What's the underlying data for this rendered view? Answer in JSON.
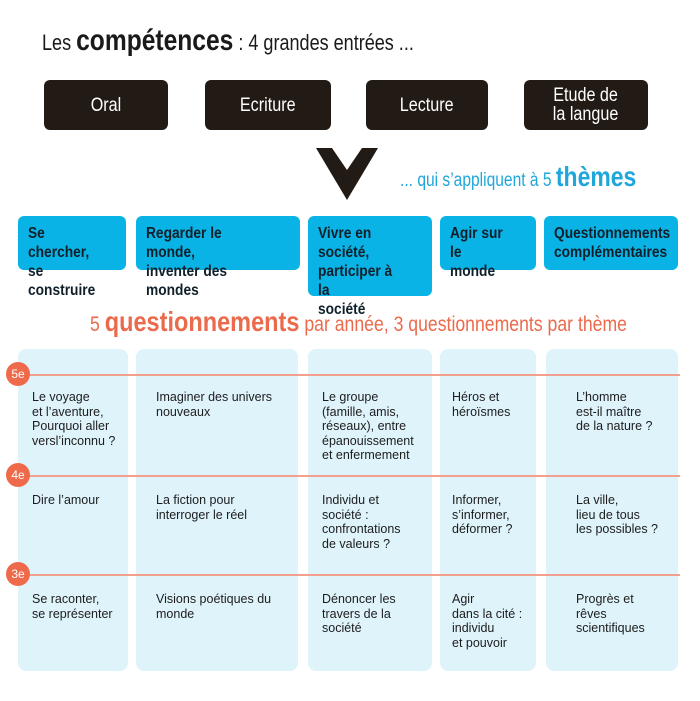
{
  "title": {
    "prefix": "Les ",
    "strong": "compétences",
    "suffix": " : 4 grandes entrées ..."
  },
  "competences": [
    "Oral",
    "Ecriture",
    "Lecture",
    "Etude de\nla langue"
  ],
  "themes_intro": {
    "prefix": "... qui s’appliquent à 5 ",
    "strong": "thèmes"
  },
  "themes": [
    "Se chercher,\nse construire",
    "Regarder le monde,\ninventer des mondes",
    "Vivre en société,\nparticiper à la\nsociété",
    "Agir sur le\nmonde",
    "Questionnements\ncomplémentaires"
  ],
  "questionnements_title": {
    "prefix": "5 ",
    "strong": "questionnements",
    "suffix": " par année, 3 questionnements par thème"
  },
  "levels": [
    "5e",
    "4e",
    "3e"
  ],
  "grid": [
    [
      "Le voyage\net l’aventure,\nPourquoi aller\nversl’inconnu ?",
      "Imaginer des univers\nnouveaux",
      "Le groupe\n(famille, amis,\nréseaux), entre\népanouissement\net enfermement",
      "Héros et\nhéroïsmes",
      "L’homme\nest-il maître\nde la nature ?"
    ],
    [
      "Dire l’amour",
      "La fiction pour\ninterroger le réel",
      "Individu et\nsociété :\nconfrontations\nde valeurs ?",
      "Informer,\ns’informer,\ndéformer ?",
      "La ville,\nlieu de tous\nles possibles ?"
    ],
    [
      "Se raconter,\nse représenter",
      "Visions poétiques du\nmonde",
      "Dénoncer les\ntravers de la\nsociété",
      "Agir\ndans la cité :\nindividu\net pouvoir",
      "Progrès et\nrêves\nscientifiques"
    ]
  ],
  "colors": {
    "dark": "#221a14",
    "blue": "#0ab3e6",
    "light_blue": "#dff3fb",
    "orange": "#ef6a4a"
  }
}
